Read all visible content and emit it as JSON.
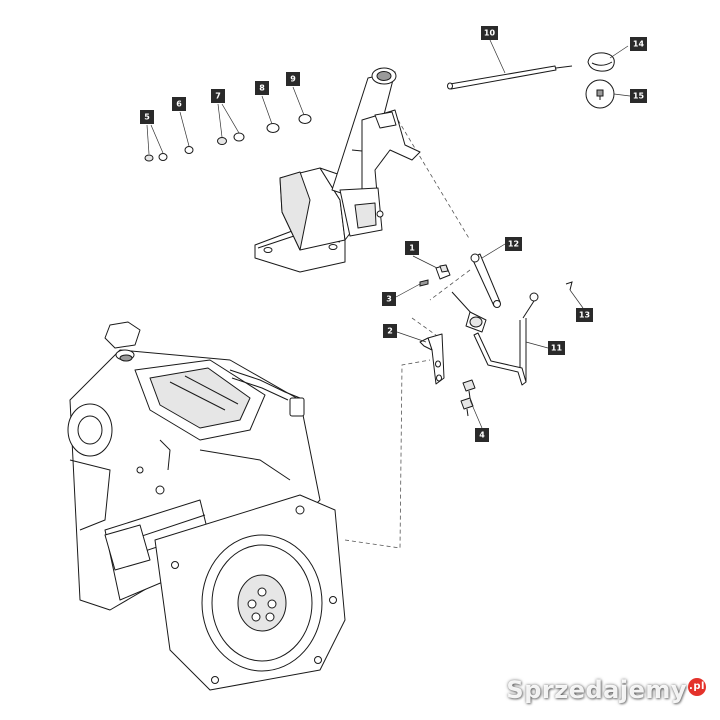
{
  "callouts": [
    {
      "id": "callout-1",
      "label": "1"
    },
    {
      "id": "callout-2",
      "label": "2"
    },
    {
      "id": "callout-3",
      "label": "3"
    },
    {
      "id": "callout-4",
      "label": "4"
    },
    {
      "id": "callout-5",
      "label": "5"
    },
    {
      "id": "callout-6",
      "label": "6"
    },
    {
      "id": "callout-7",
      "label": "7"
    },
    {
      "id": "callout-8",
      "label": "8"
    },
    {
      "id": "callout-9",
      "label": "9"
    },
    {
      "id": "callout-10",
      "label": "10"
    },
    {
      "id": "callout-11",
      "label": "11"
    },
    {
      "id": "callout-12",
      "label": "12"
    },
    {
      "id": "callout-13",
      "label": "13"
    },
    {
      "id": "callout-14",
      "label": "14"
    },
    {
      "id": "callout-15",
      "label": "15"
    }
  ],
  "watermark": {
    "text": "Sprzedajemy",
    "suffix": ".pl"
  }
}
